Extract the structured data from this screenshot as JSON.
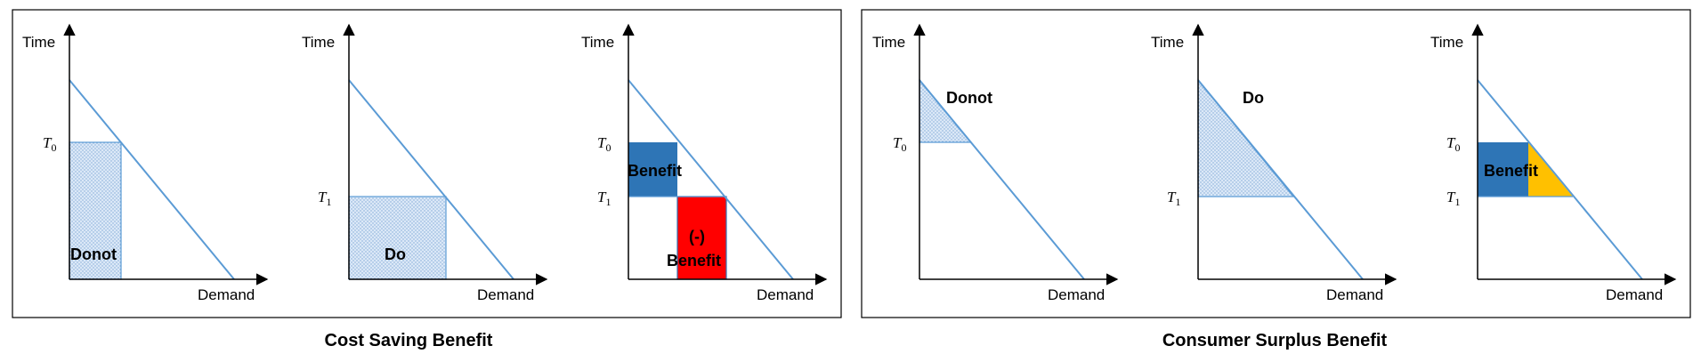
{
  "colors": {
    "demand_line": "#5b9bd5",
    "hatch_fill": "#dbe8f7",
    "hatch_dot": "#7fa8d6",
    "benefit_blue": "#2e75b6",
    "negative_red": "#ff0000",
    "extra_yellow": "#ffc000",
    "frame": "#000000"
  },
  "common": {
    "y_axis_label": "Time",
    "x_axis_label": "Demand",
    "t0_main": "T",
    "t0_sub": "0",
    "t1_main": "T",
    "t1_sub": "1"
  },
  "groups": [
    {
      "caption": "Cost Saving Benefit",
      "panels": [
        {
          "region_label": "Donot"
        },
        {
          "region_label": "Do"
        },
        {
          "benefit_label": "Benefit",
          "negative_line1": "(-)",
          "negative_line2": "Benefit"
        }
      ]
    },
    {
      "caption": "Consumer Surplus Benefit",
      "panels": [
        {
          "region_label": "Donot"
        },
        {
          "region_label": "Do"
        },
        {
          "benefit_label": "Benefit"
        }
      ]
    }
  ]
}
